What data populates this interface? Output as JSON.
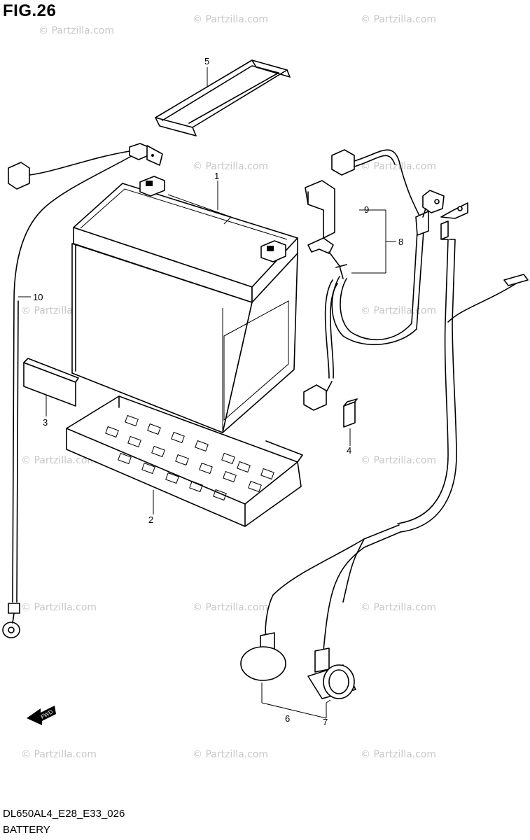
{
  "figure": {
    "number": "FIG.26",
    "code": "DL650AL4_E28_E33_026",
    "caption": "BATTERY"
  },
  "callouts": [
    "1",
    "2",
    "3",
    "4",
    "5",
    "6",
    "7",
    "8",
    "9",
    "10"
  ],
  "watermark": "© Partzilla.com",
  "fwd_label": "FWD"
}
